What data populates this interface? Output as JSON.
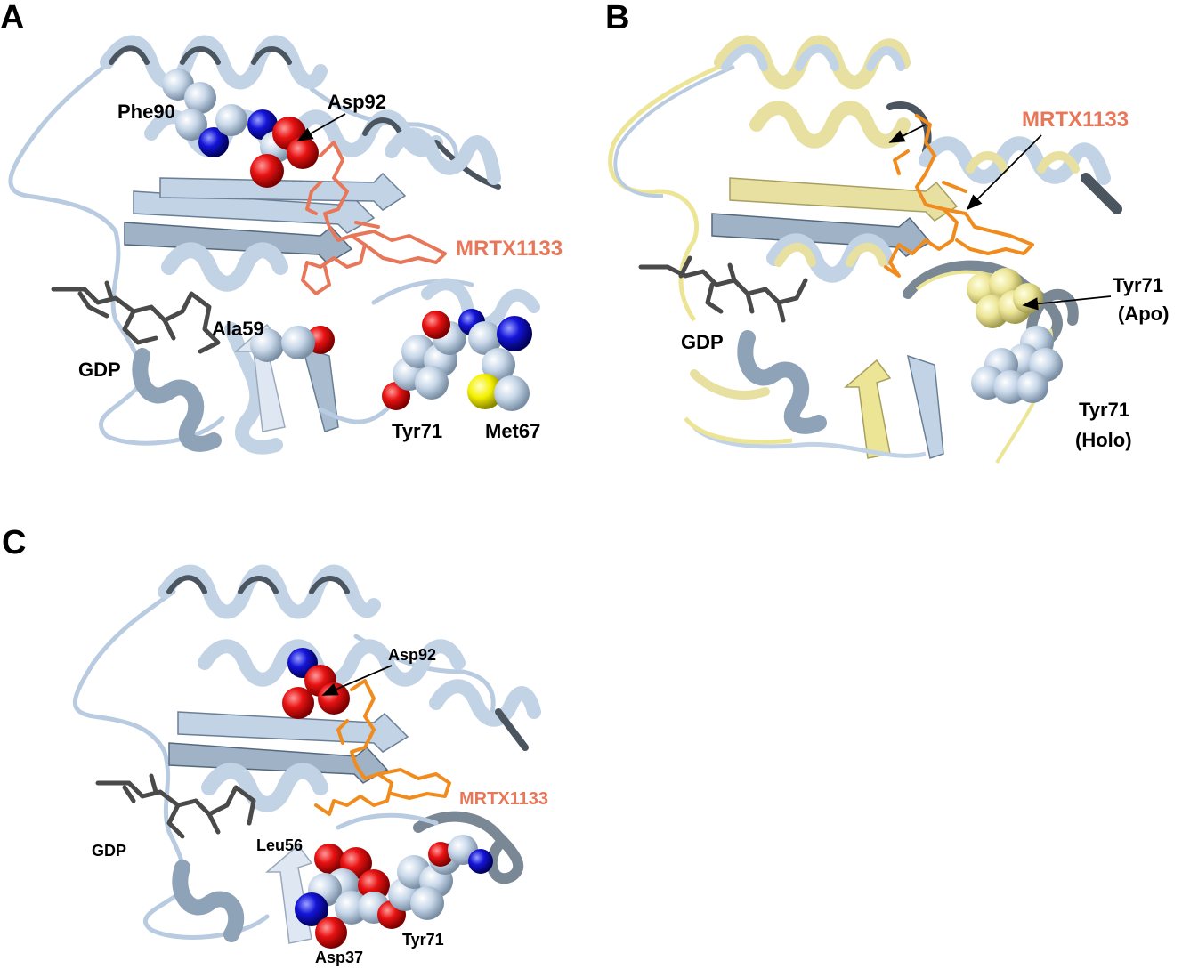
{
  "panels": {
    "a": {
      "letter": "A",
      "labels": {
        "phe90": "Phe90",
        "asp92": "Asp92",
        "mrtx": "MRTX1133",
        "gdp": "GDP",
        "ala59": "Ala59",
        "tyr71": "Tyr71",
        "met67": "Met67"
      }
    },
    "b": {
      "letter": "B",
      "labels": {
        "mrtx": "MRTX1133",
        "gdp": "GDP",
        "tyr71_apo_1": "Tyr71",
        "tyr71_apo_2": "(Apo)",
        "tyr71_holo_1": "Tyr71",
        "tyr71_holo_2": "(Holo)"
      }
    },
    "c": {
      "letter": "C",
      "labels": {
        "asp92": "Asp92",
        "mrtx": "MRTX1133",
        "gdp": "GDP",
        "leu56": "Leu56",
        "tyr71": "Tyr71",
        "asp37": "Asp37"
      }
    }
  },
  "colors": {
    "protein_holo": "#b9cbe0",
    "protein_dark": "#4a5560",
    "protein_apo": "#e8e0a0",
    "ligand_a": "#e8775a",
    "ligand_bc": "#f08c1e",
    "gdp": "#4a4a4a",
    "oxygen": "#e01010",
    "nitrogen": "#1010d0",
    "sulfur": "#f0f000",
    "carbon": "#c4d4e6"
  }
}
